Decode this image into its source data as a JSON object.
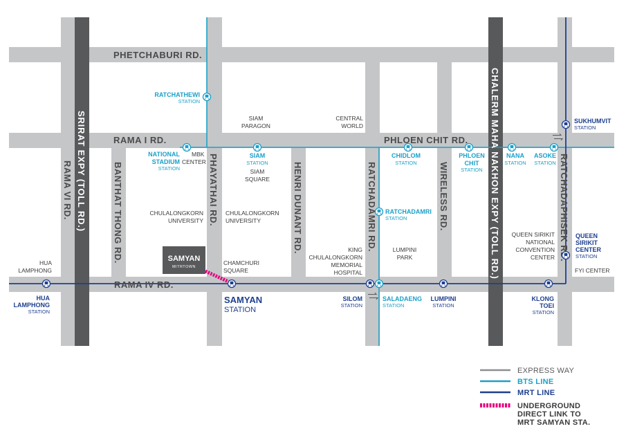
{
  "colors": {
    "road": "#c5c6c8",
    "expressway": "#58595b",
    "bts": "#1ba0c8",
    "mrt": "#1e3f8f",
    "underground": "#e6007e",
    "building": "#58595b"
  },
  "roads": {
    "phetchaburi": "PHETCHABURI RD.",
    "rama1": "RAMA I RD.",
    "phloen_chit": "PHLOEN CHIT RD.",
    "rama4": "RAMA IV RD.",
    "rama6": "RAMA VI RD.",
    "banthat_thong": "BANTHAT THONG RD.",
    "phayathai": "PHAYATHAI RD.",
    "henri_dunant": "HENRI DUNANT RD.",
    "ratchadamri": "RATCHADAMRI RD.",
    "wireless": "WIRELESS RD.",
    "ratchadaphisek": "RATCHADAPHISEK RD.",
    "srirat": "SRIRAT EXPY (TOLL RD.)",
    "chalerm": "CHALERM MAHA NAKHON EXPY (TOLL RD.)"
  },
  "landmarks": {
    "siam_paragon": [
      "SIAM",
      "PARAGON"
    ],
    "central_world": [
      "CENTRAL",
      "WORLD"
    ],
    "mbk": [
      "MBK",
      "CENTER"
    ],
    "siam_square": [
      "SIAM",
      "SQUARE"
    ],
    "chula1": [
      "CHULALONGKORN",
      "UNIVERSITY"
    ],
    "chula2": [
      "CHULALONGKORN",
      "UNIVERSITY"
    ],
    "chamchuri": [
      "CHAMCHURI",
      "SQUARE"
    ],
    "king_chula": [
      "KING",
      "CHULALONGKORN",
      "MEMORIAL",
      "HOSPITAL"
    ],
    "lumpini_park": [
      "LUMPINI",
      "PARK"
    ],
    "qsncc": [
      "QUEEN SIRIKIT",
      "NATIONAL",
      "CONVENTION",
      "CENTER"
    ],
    "hua_lamphong": [
      "HUA",
      "LAMPHONG"
    ],
    "fyi_center": "FYI CENTER"
  },
  "samyan": {
    "logo": "SAMYAN",
    "logo_sub": "MITRTOWN",
    "station": [
      "SAMYAN",
      "STATION"
    ]
  },
  "bts_stations": {
    "ratchathewi": [
      "RATCHATHEWI",
      "STATION"
    ],
    "national_stadium": [
      "NATIONAL",
      "STADIUM",
      "STATION"
    ],
    "siam": [
      "SIAM",
      "STATION"
    ],
    "chidlom": [
      "CHIDLOM",
      "STATION"
    ],
    "phloen_chit": [
      "PHLOEN",
      "CHIT",
      "STATION"
    ],
    "nana": [
      "NANA",
      "STATION"
    ],
    "asoke": [
      "ASOKE",
      "STATION"
    ],
    "ratchadamri": [
      "RATCHADAMRI",
      "STATION"
    ],
    "saladaeng": [
      "SALADAENG",
      "STATION"
    ]
  },
  "mrt_stations": {
    "hua_lamphong": [
      "HUA",
      "LAMPHONG",
      "STATION"
    ],
    "silom": [
      "SILOM",
      "STATION"
    ],
    "lumpini": [
      "LUMPINI",
      "STATION"
    ],
    "klong_toei": [
      "KLONG",
      "TOEI",
      "STATION"
    ],
    "sukhumvit": [
      "SUKHUMVIT",
      "STATION"
    ],
    "qsncc": [
      "QUEEN",
      "SIRIKIT",
      "CENTER",
      "STATION"
    ]
  },
  "station_icons": {
    "bts": "bts-train-icon",
    "mrt": "mrt-train-icon",
    "interchange": "interchange-arrows-icon"
  },
  "legend": {
    "expressway": "EXPRESS WAY",
    "bts": "BTS LINE",
    "mrt": "MRT LINE",
    "underground": [
      "UNDERGROUND",
      "DIRECT LINK TO",
      "MRT SAMYAN STA."
    ]
  }
}
